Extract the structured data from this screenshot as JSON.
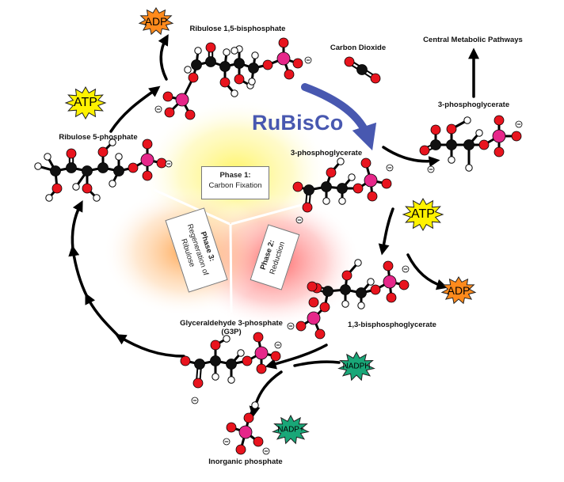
{
  "enzyme": "RuBisCo",
  "molecules": {
    "rubp": "Ribulose 1,5-bisphosphate",
    "co2": "Carbon Dioxide",
    "central": "Central Metabolic Pathways",
    "pga_top": "3-phosphoglycerate",
    "pga_mid": "3-phosphoglycerate",
    "r5p": "Ribulose 5-phosphate",
    "bpg": "1,3-bisphosphoglycerate",
    "g3p_line1": "Glyceraldehyde 3-phosphate",
    "g3p_line2": "(G3P)",
    "pi": "Inorganic phosphate"
  },
  "phases": {
    "p1_title": "Phase 1:",
    "p1_name": "Carbon Fixation",
    "p2_title": "Phase 2:",
    "p2_name": "Reduction",
    "p3_title": "Phase 3:",
    "p3_name": "Regeneration of Ribulose"
  },
  "cofactors": {
    "atp_top": "ATP",
    "adp_top": "ADP",
    "atp_right": "ATP",
    "adp_right": "ADP",
    "nadph": "NADPH",
    "nadp": "NADP+"
  },
  "colors": {
    "carbon": "#111111",
    "oxygen": "#e8141e",
    "hydrogen": "#ffffff",
    "phosphorus": "#e6278a",
    "enzyme": "#4858b0",
    "phase1_glow": "#fff45a",
    "phase2_glow": "#ff5a5a",
    "phase3_glow": "#ff9a3a",
    "atp_fill": "#fff200",
    "adp_fill": "#ff8a1c",
    "nadph_fill": "#19a778"
  }
}
